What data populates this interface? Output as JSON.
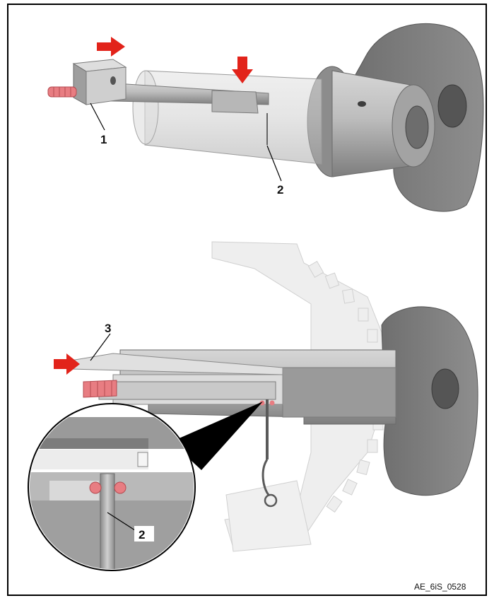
{
  "figure": {
    "callouts": {
      "c1": "1",
      "c2_top": "2",
      "c3": "3",
      "c2_detail": "2"
    },
    "reference_code": "AE_6iS_0528"
  },
  "colors": {
    "arrow": "#e2231a",
    "seal": "#e87d82",
    "part_dark": "#7f7f7f",
    "part_mid": "#9c9c9c",
    "part_light": "#c7c7c7",
    "ghost": "#e6e6e6",
    "frame": "#000000"
  }
}
